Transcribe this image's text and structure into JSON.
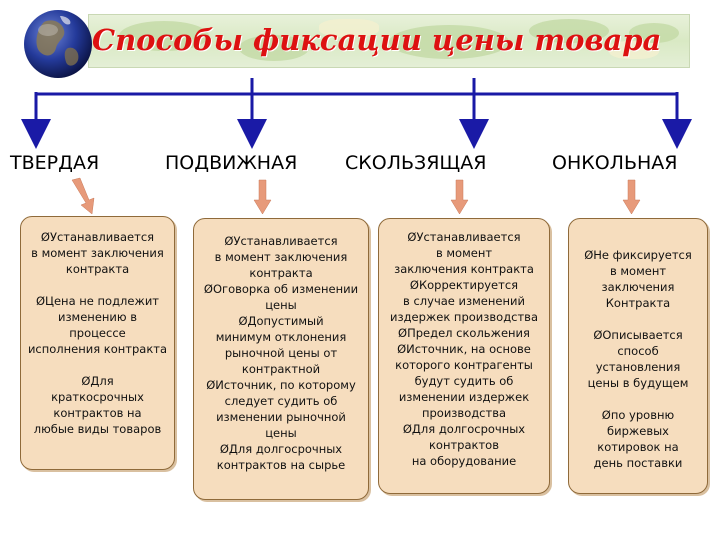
{
  "title": "Способы фиксации цены товара",
  "categories": [
    {
      "label": "ТВЕРДАЯ"
    },
    {
      "label": "ПОДВИЖНАЯ"
    },
    {
      "label": "СКОЛЬЗЯЩАЯ"
    },
    {
      "label": "ОНКОЛЬНАЯ"
    }
  ],
  "boxes": [
    {
      "lines": [
        "ØУстанавливается",
        "в момент заключения",
        "контракта",
        "",
        "ØЦена не подлежит",
        "изменению в",
        "процессе",
        "исполнения контракта",
        "",
        "ØДля",
        "краткосрочных",
        "контрактов на",
        "любые виды товаров"
      ]
    },
    {
      "lines": [
        "ØУстанавливается",
        "в момент заключения",
        "контракта",
        "ØОговорка об изменении",
        "цены",
        "ØДопустимый",
        "минимум отклонения",
        "рыночной цены от",
        "контрактной",
        "ØИсточник, по которому",
        "следует судить об",
        "изменении рыночной",
        "цены",
        "ØДля долгосрочных",
        "контрактов на сырье"
      ]
    },
    {
      "lines": [
        "ØУстанавливается",
        "в момент",
        "заключения контракта",
        "ØКорректируется",
        "в случае изменений",
        "издержек производства",
        "ØПредел скольжения",
        "ØИсточник, на основе",
        "которого контрагенты",
        "будут судить об",
        "изменении издержек",
        "производства",
        "ØДля долгосрочных",
        "контрактов",
        "на оборудование"
      ]
    },
    {
      "lines": [
        "ØНе фиксируется",
        "в момент",
        "заключения",
        "Контракта",
        "",
        "ØОписывается",
        "способ",
        "установления",
        "цены в будущем",
        "",
        "Øпо уровню",
        "биржевых",
        "котировок на",
        "день поставки"
      ]
    }
  ],
  "colors": {
    "title": "#dd1111",
    "connector": "#1a1aa6",
    "pointer": "#e79a7a",
    "box_fill": "#f6ddbe",
    "box_border": "#8f6a3a"
  }
}
